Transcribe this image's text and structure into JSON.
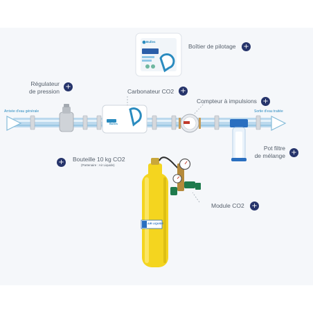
{
  "labels": {
    "boitier": "Boîtier de pilotage",
    "regulateur_l1": "Régulateur",
    "regulateur_l2": "de pression",
    "carbonateur": "Carbonateur CO2",
    "compteur": "Compteur à impulsions",
    "arrivee": "Arrivée d'eau générale",
    "sortie": "Sortie d'eau traitée",
    "pot_l1": "Pot filtre",
    "pot_l2": "de mélange",
    "bouteille": "Bouteille 10 kg CO2",
    "partenaire": "(Partenaire : Air Liquide)",
    "module": "Module CO2"
  },
  "plus_symbol": "+",
  "device_brand": "Bulles",
  "cylinder_brand": "AIR LIQUIDE",
  "colors": {
    "navy": "#26346b",
    "pipe": "#bcd9ee",
    "pipe_dark": "#86bcd9",
    "accent_blue": "#2a8bbf",
    "cylinder": "#f4d51f",
    "valve_green": "#1f7a4d"
  }
}
